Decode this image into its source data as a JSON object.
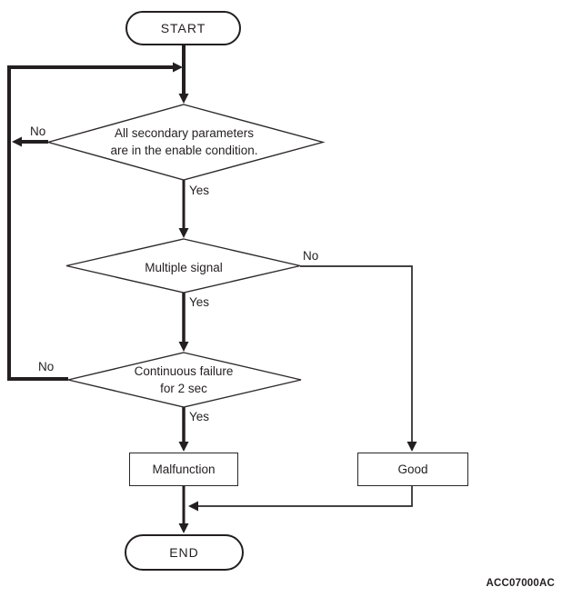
{
  "diagram": {
    "type": "flowchart",
    "figure_code": "ACC07000AC",
    "colors": {
      "line": "#231f20",
      "background": "#ffffff"
    },
    "nodes": {
      "start": {
        "label": "START",
        "shape": "terminal"
      },
      "decision1": {
        "line1": "All secondary parameters",
        "line2": "are in the enable condition.",
        "shape": "decision"
      },
      "decision2": {
        "label": "Multiple signal",
        "shape": "decision"
      },
      "decision3": {
        "line1": "Continuous failure",
        "line2": "for 2 sec",
        "shape": "decision"
      },
      "malfunction": {
        "label": "Malfunction",
        "shape": "process"
      },
      "good": {
        "label": "Good",
        "shape": "process"
      },
      "end": {
        "label": "END",
        "shape": "terminal"
      }
    },
    "branch_labels": {
      "decision1_no": "No",
      "decision1_yes": "Yes",
      "decision2_no": "No",
      "decision2_yes": "Yes",
      "decision3_no": "No",
      "decision3_yes": "Yes"
    },
    "edges": [
      {
        "from": "start",
        "to": "decision1",
        "label": ""
      },
      {
        "from": "decision1",
        "to": "decision1",
        "label": "No",
        "note": "loop back to input of decision1"
      },
      {
        "from": "decision1",
        "to": "decision2",
        "label": "Yes"
      },
      {
        "from": "decision2",
        "to": "good",
        "label": "No"
      },
      {
        "from": "decision2",
        "to": "decision3",
        "label": "Yes"
      },
      {
        "from": "decision3",
        "to": "decision1",
        "label": "No",
        "note": "loop back to input of decision1"
      },
      {
        "from": "decision3",
        "to": "malfunction",
        "label": "Yes"
      },
      {
        "from": "malfunction",
        "to": "end",
        "label": ""
      },
      {
        "from": "good",
        "to": "end",
        "label": ""
      }
    ]
  }
}
